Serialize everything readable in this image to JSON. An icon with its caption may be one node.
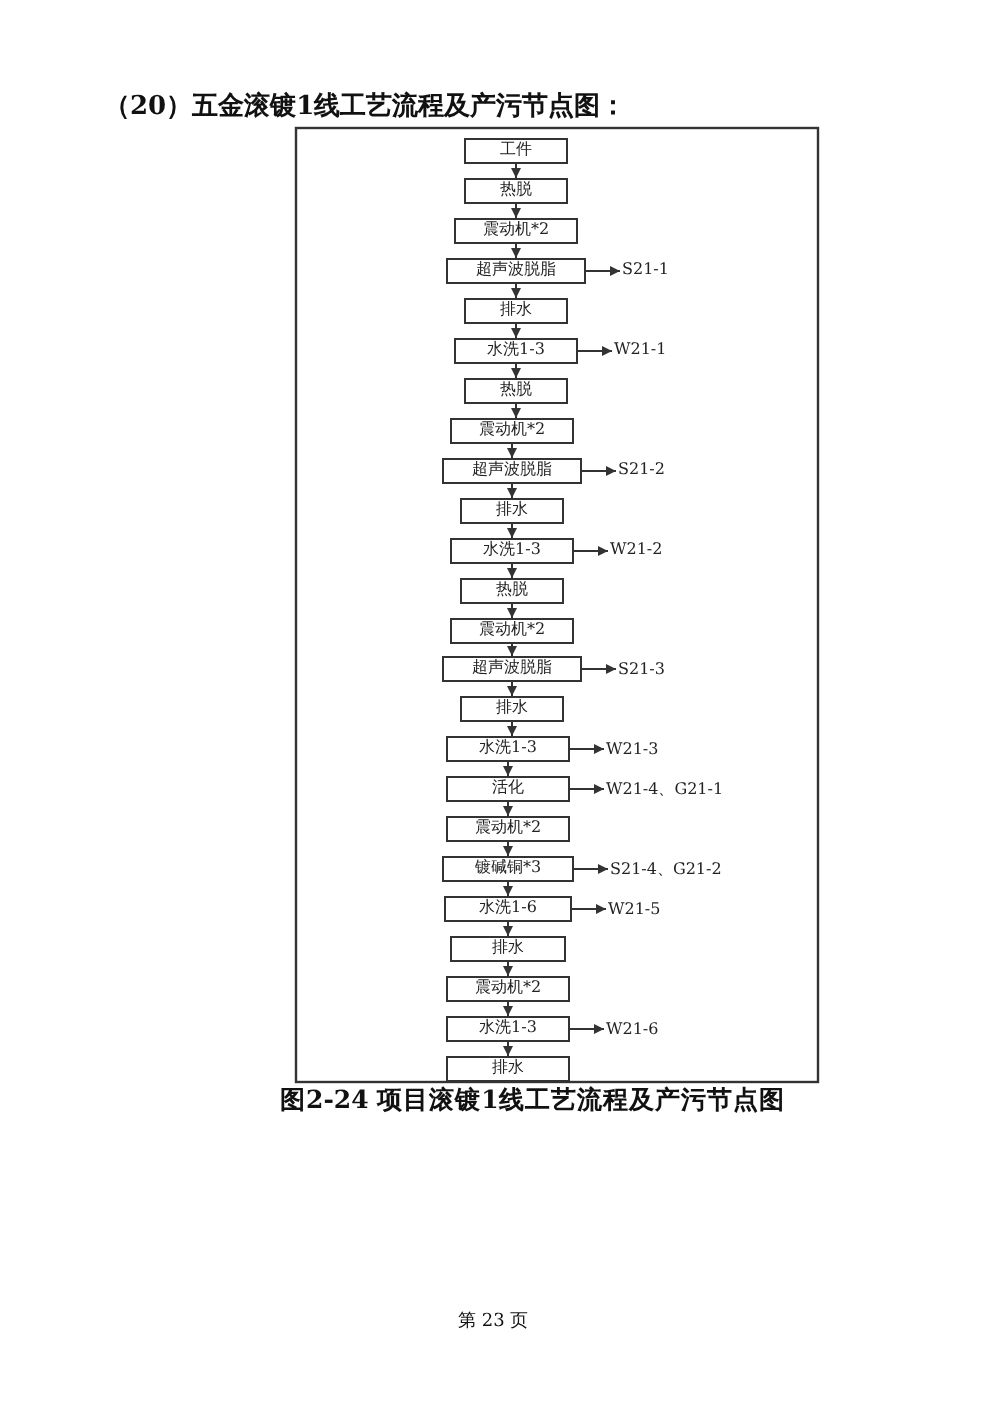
{
  "diagram": {
    "title": "（20）五金滚镀1线工艺流程及产污节点图：",
    "caption": "图2-24 项目滚镀1线工艺流程及产污节点图",
    "nodes": [
      {
        "text": [
          "工件"
        ]
      },
      {
        "text": [
          "热脱"
        ]
      },
      {
        "text": [
          "震动机*2"
        ]
      },
      {
        "text": [
          "超声波脱脂"
        ]
      },
      {
        "text": [
          "排水"
        ]
      },
      {
        "text": [
          "水洗1-3"
        ]
      },
      {
        "text": [
          "热脱"
        ]
      },
      {
        "text": [
          "震动机*2"
        ]
      },
      {
        "text": [
          "超声波脱脂"
        ]
      },
      {
        "text": [
          "排水"
        ]
      },
      {
        "text": [
          "水洗1-3"
        ]
      },
      {
        "text": [
          "热脱"
        ]
      },
      {
        "text": [
          "震动机*2"
        ]
      },
      {
        "text": [
          "超声波脱脂"
        ]
      },
      {
        "text": [
          "排水"
        ]
      },
      {
        "text": [
          "水洗1-3"
        ]
      },
      {
        "text": [
          "活化"
        ]
      },
      {
        "text": [
          "震动机*2"
        ]
      },
      {
        "text": [
          "镀碱铜*3"
        ]
      },
      {
        "text": [
          "水洗1-6"
        ]
      },
      {
        "text": [
          "排水"
        ]
      },
      {
        "text": [
          "震动机*2"
        ]
      },
      {
        "text": [
          "水洗1-3"
        ]
      },
      {
        "text": [
          "排水"
        ]
      },
      {
        "text": [
          "S21-1"
        ]
      },
      {
        "text": [
          "W21-1"
        ]
      },
      {
        "text": [
          "S21-2"
        ]
      },
      {
        "text": [
          "W21-2"
        ]
      },
      {
        "text": [
          "S21-3"
        ]
      },
      {
        "text": [
          "W21-3"
        ]
      },
      {
        "text": [
          "W21-4、G21-1"
        ]
      },
      {
        "text": [
          "S21-4、G21-2"
        ]
      },
      {
        "text": [
          "W21-5"
        ]
      },
      {
        "text": [
          "W21-6"
        ]
      }
    ],
    "edges": [
      {
        "from": 0,
        "to": 1,
        "arrow": "to"
      },
      {
        "from": 1,
        "to": 2,
        "arrow": "to"
      },
      {
        "from": 2,
        "to": 3,
        "arrow": "to"
      },
      {
        "from": 3,
        "to": 4,
        "arrow": "to"
      },
      {
        "from": 4,
        "to": 5,
        "arrow": "to"
      },
      {
        "from": 5,
        "to": 6,
        "arrow": "to"
      },
      {
        "from": 6,
        "to": 7,
        "arrow": "to"
      },
      {
        "from": 7,
        "to": 8,
        "arrow": "to"
      },
      {
        "from": 8,
        "to": 9,
        "arrow": "to"
      },
      {
        "from": 9,
        "to": 10,
        "arrow": "to"
      },
      {
        "from": 10,
        "to": 11,
        "arrow": "to"
      },
      {
        "from": 11,
        "to": 12,
        "arrow": "to"
      },
      {
        "from": 12,
        "to": 13,
        "arrow": "to"
      },
      {
        "from": 13,
        "to": 14,
        "arrow": "to"
      },
      {
        "from": 14,
        "to": 15,
        "arrow": "to"
      },
      {
        "from": 15,
        "to": 16,
        "arrow": "to"
      },
      {
        "from": 16,
        "to": 17,
        "arrow": "to"
      },
      {
        "from": 17,
        "to": 18,
        "arrow": "to"
      },
      {
        "from": 18,
        "to": 19,
        "arrow": "to"
      },
      {
        "from": 19,
        "to": 20,
        "arrow": "to"
      },
      {
        "from": 20,
        "to": 21,
        "arrow": "to"
      },
      {
        "from": 21,
        "to": 22,
        "arrow": "to"
      },
      {
        "from": 22,
        "to": 23,
        "arrow": "to"
      },
      {
        "from": 3,
        "to": 24,
        "arrow": "to"
      },
      {
        "from": 5,
        "to": 25,
        "arrow": "to"
      },
      {
        "from": 8,
        "to": 26,
        "arrow": "to"
      },
      {
        "from": 10,
        "to": 27,
        "arrow": "to"
      },
      {
        "from": 13,
        "to": 28,
        "arrow": "to"
      },
      {
        "from": 15,
        "to": 29,
        "arrow": "to"
      },
      {
        "from": 16,
        "to": 30,
        "arrow": "to"
      },
      {
        "from": 18,
        "to": 31,
        "arrow": "to"
      },
      {
        "from": 19,
        "to": 32,
        "arrow": "to"
      },
      {
        "from": 22,
        "to": 33,
        "arrow": "to"
      }
    ],
    "labels": [
      "第 23 页"
    ]
  }
}
